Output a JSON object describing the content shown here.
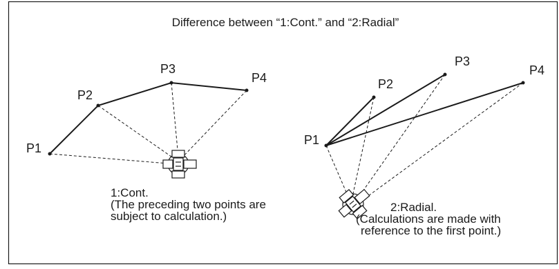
{
  "title": "Difference between “1:Cont.” and “2:Radial”",
  "left_diagram": {
    "points": [
      "P1",
      "P2",
      "P3",
      "P4"
    ],
    "caption_lines": [
      "1:Cont.",
      "(The preceding two points are",
      "subject to calculation.)"
    ]
  },
  "right_diagram": {
    "points": [
      "P1",
      "P2",
      "P3",
      "P4"
    ],
    "caption_lines": [
      "2:Radial.",
      "(Calculations are made with",
      "reference to the first point.)"
    ]
  },
  "icons": [
    "surveying-instrument-icon",
    "surveying-instrument-icon"
  ]
}
